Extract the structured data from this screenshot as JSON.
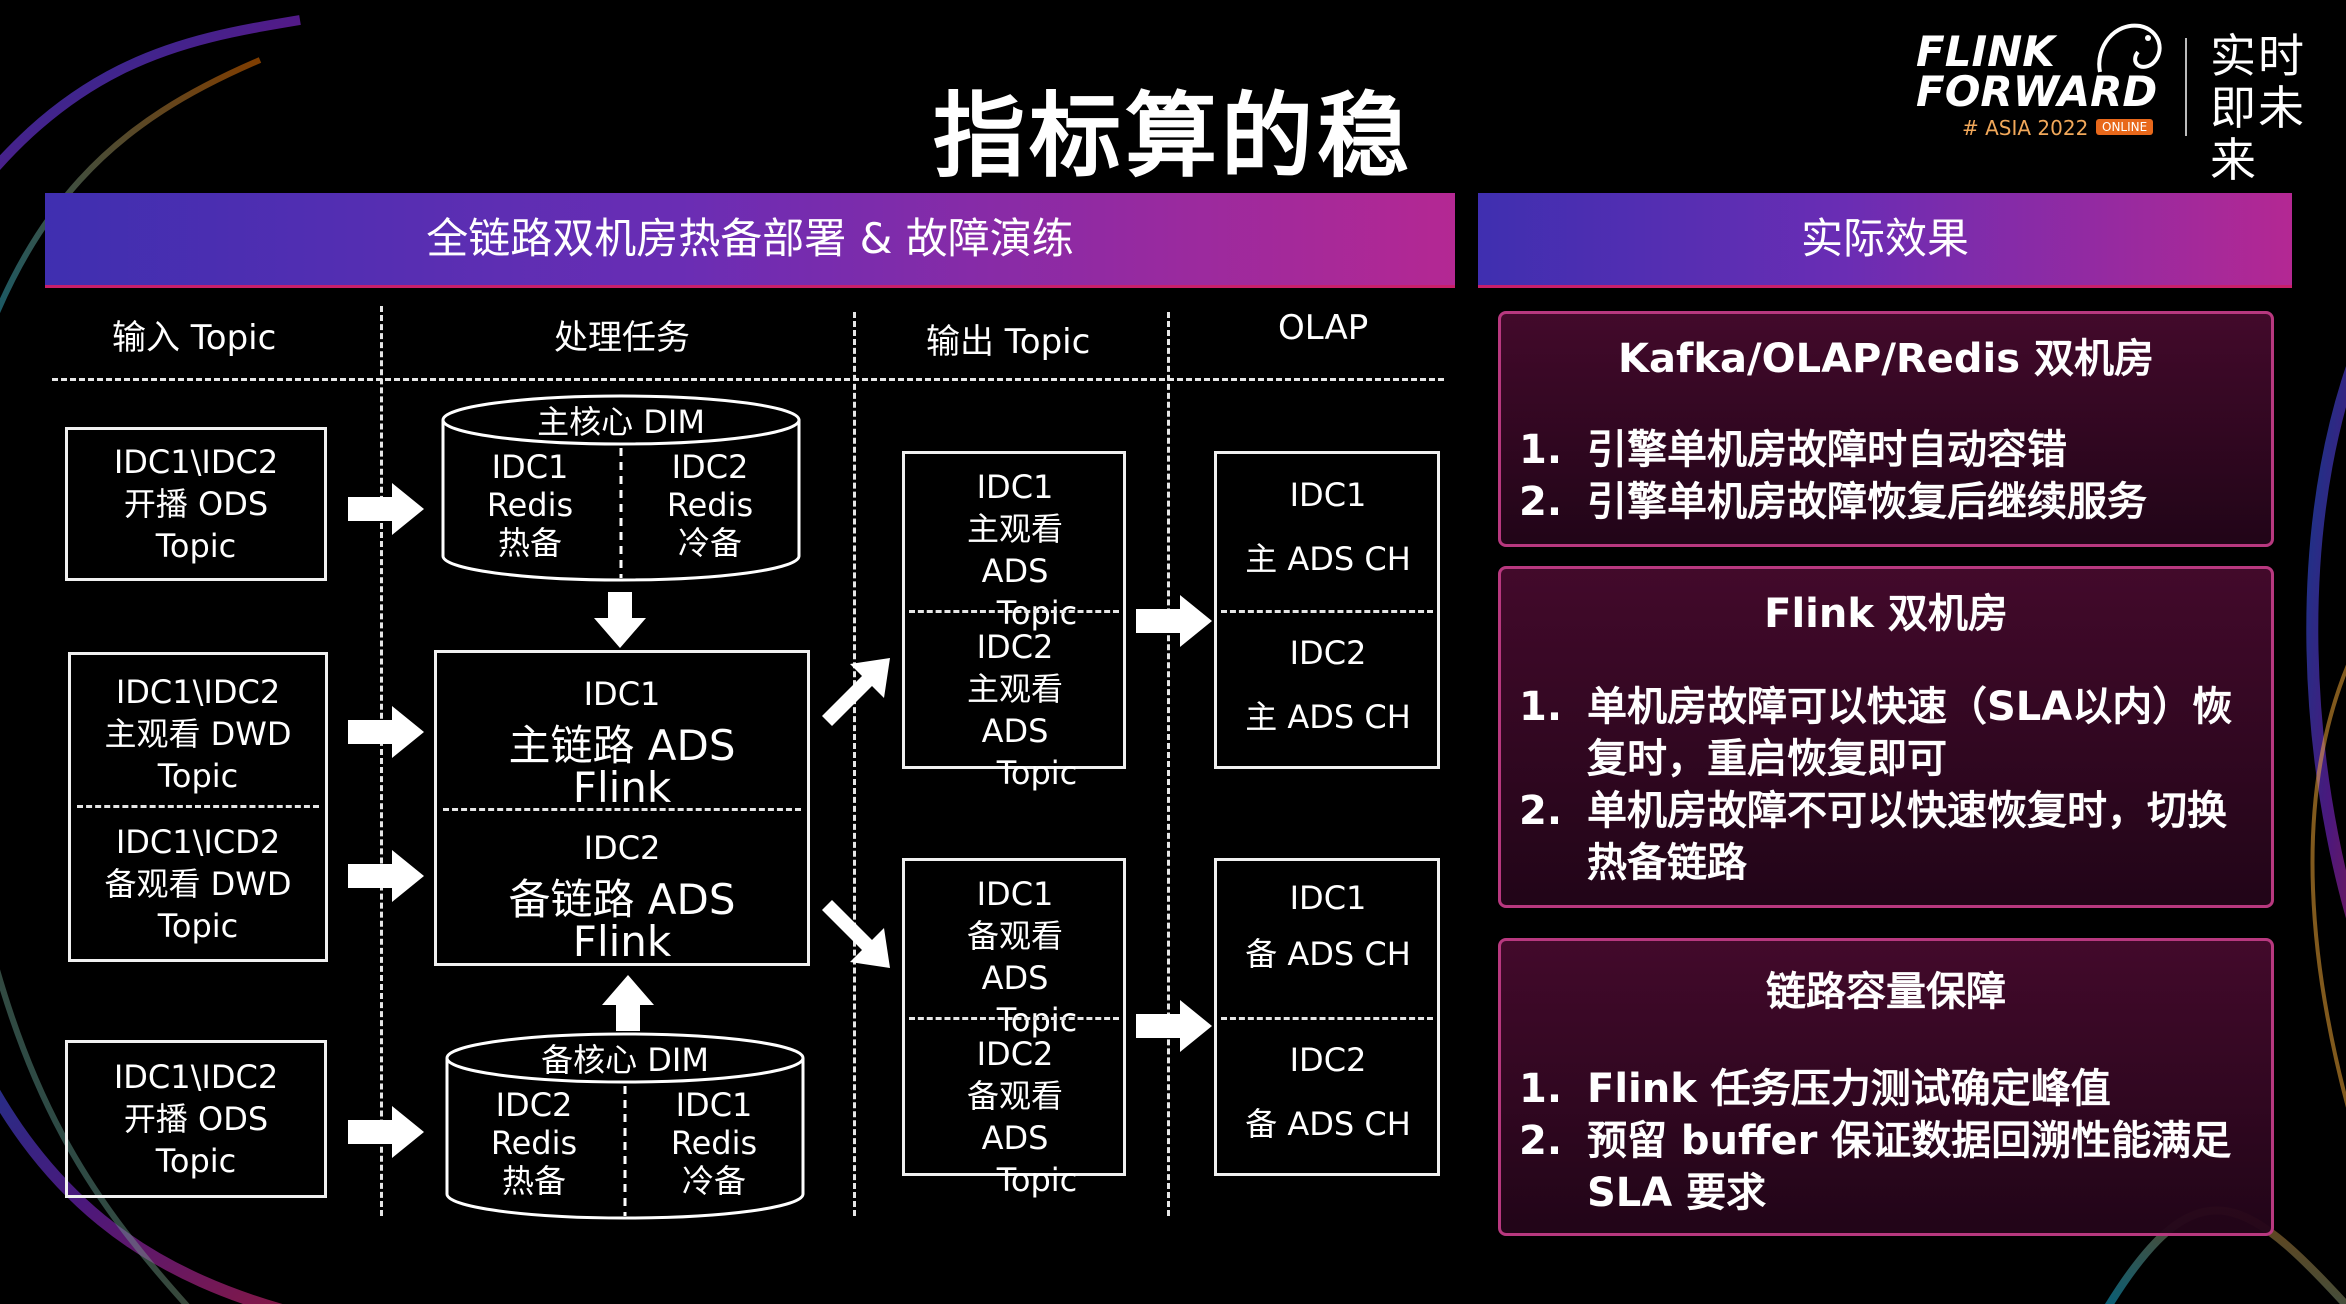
{
  "title": "指标算的稳",
  "logo": {
    "line1": "FLINK",
    "line2": "FORWARD",
    "asia": "# ASIA 2022",
    "online": "ONLINE",
    "slogan": "实时即未来"
  },
  "left_banner": "全链路双机房热备部署 & 故障演练",
  "right_banner": "实际效果",
  "columns": {
    "input": "输入 Topic",
    "process": "处理任务",
    "output": "输出 Topic",
    "olap": "OLAP"
  },
  "inputs": {
    "top": {
      "l1": "IDC1\\IDC2",
      "l2": "开播 ODS",
      "l3": "Topic"
    },
    "mid_a": {
      "l1": "IDC1\\IDC2",
      "l2": "主观看 DWD",
      "l3": "Topic"
    },
    "mid_b": {
      "l1": "IDC1\\ICD2",
      "l2": "备观看 DWD",
      "l3": "Topic"
    },
    "bottom": {
      "l1": "IDC1\\IDC2",
      "l2": "开播 ODS",
      "l3": "Topic"
    }
  },
  "dim_main": {
    "label": "主核心 DIM",
    "left": {
      "l1": "IDC1",
      "l2": "Redis",
      "l3": "热备"
    },
    "right": {
      "l1": "IDC2",
      "l2": "Redis",
      "l3": "冷备"
    }
  },
  "dim_backup": {
    "label": "备核心 DIM",
    "left": {
      "l1": "IDC2",
      "l2": "Redis",
      "l3": "热备"
    },
    "right": {
      "l1": "IDC1",
      "l2": "Redis",
      "l3": "冷备"
    }
  },
  "flink": {
    "main": {
      "idc": "IDC1",
      "name": "主链路 ADS Flink"
    },
    "backup": {
      "idc": "IDC2",
      "name": "备链路 ADS Flink"
    }
  },
  "outputs": {
    "main_a": {
      "l1": "IDC1",
      "l2": "主观看 ADS",
      "l3": "Topic"
    },
    "main_b": {
      "l1": "IDC2",
      "l2": "主观看 ADS",
      "l3": "Topic"
    },
    "backup_a": {
      "l1": "IDC1",
      "l2": "备观看 ADS",
      "l3": "Topic"
    },
    "backup_b": {
      "l1": "IDC2",
      "l2": "备观看 ADS",
      "l3": "Topic"
    }
  },
  "olap": {
    "main_a": {
      "l1": "IDC1",
      "l2": "主 ADS CH"
    },
    "main_b": {
      "l1": "IDC2",
      "l2": "主 ADS CH"
    },
    "backup_a": {
      "l1": "IDC1",
      "l2": "备 ADS CH"
    },
    "backup_b": {
      "l1": "IDC2",
      "l2": "备 ADS CH"
    }
  },
  "effects": [
    {
      "title": "Kafka/OLAP/Redis 双机房",
      "items": [
        {
          "num": "1.",
          "text": "引擎单机房故障时自动容错"
        },
        {
          "num": "2.",
          "text": "引擎单机房故障恢复后继续服务"
        }
      ]
    },
    {
      "title": "Flink 双机房",
      "items": [
        {
          "num": "1.",
          "text": "单机房故障可以快速（SLA以内）恢复时，重启恢复即可"
        },
        {
          "num": "2.",
          "text": "单机房故障不可以快速恢复时，切换热备链路"
        }
      ]
    },
    {
      "title": "链路容量保障",
      "items": [
        {
          "num": "1.",
          "text": "Flink 任务压力测试确定峰值"
        },
        {
          "num": "2.",
          "text": "预留 buffer 保证数据回溯性能满足 SLA 要求"
        }
      ]
    }
  ]
}
